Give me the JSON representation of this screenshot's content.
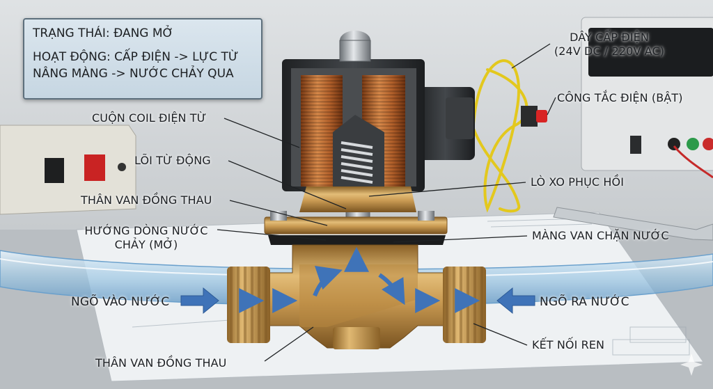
{
  "status": {
    "state_label": "TRẠNG THÁI:",
    "state_value": "ĐANG MỞ",
    "action_label": "HOẠT ĐỘNG:",
    "action_line1": "CẤP ĐIỆN -> LỰC TỪ",
    "action_line2": "NÂNG MÀNG -> NƯỚC CHẢY QUA"
  },
  "labels": {
    "coil": "CUỘN COIL ĐIỆN TỪ",
    "plunger": "LÕI TỪ ĐỘNG",
    "bonnet": "THÂN VAN ĐỒNG THAU",
    "flow_line1": "HƯỚNG DÒNG NƯỚC",
    "flow_line2": "CHẢY (MỞ)",
    "inlet": "NGÕ VÀO NƯỚC",
    "body": "THÂN VAN ĐỒNG THAU",
    "cable_line1": "DÂY CẤP ĐIỆN",
    "cable_line2": "(24V DC / 220V AC)",
    "switch": "CÔNG TẮC ĐIỆN (BẬT)",
    "spring": "LÒ XO PHỤC HỒI",
    "diaphragm": "MÀNG VAN CHẶN NƯỚC",
    "outlet": "NGÕ RA NƯỚC",
    "thread": "KẾT NỐI REN"
  },
  "colors": {
    "brass": "#c89a55",
    "copper_coil": "#b5652c",
    "coil_housing": "#2f3235",
    "flow_arrow": "#3f73b8",
    "cable": "#e3c81d",
    "switch_red": "#d82424"
  }
}
